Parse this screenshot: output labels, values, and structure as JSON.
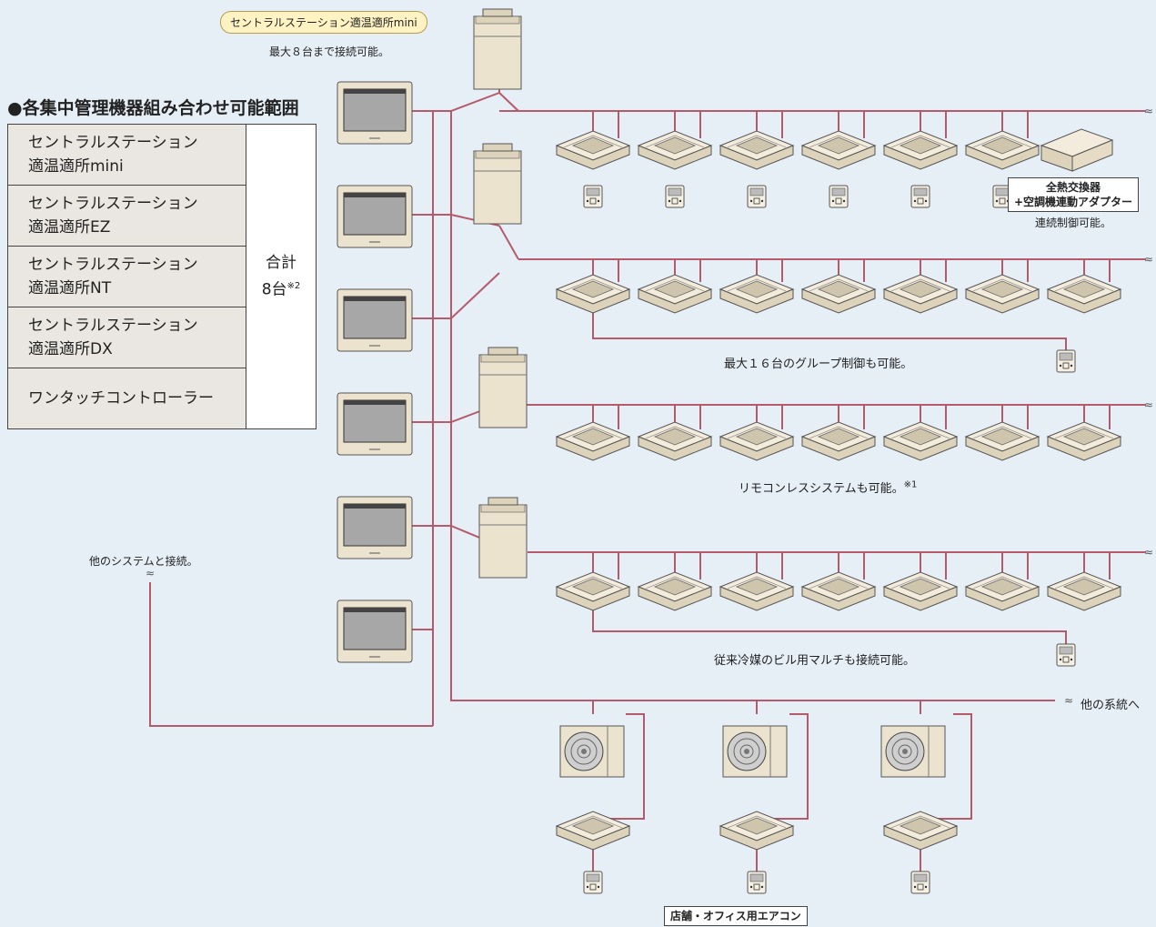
{
  "product_pill": "セントラルステーション適温適所mini",
  "max_note": "最大８台まで接続可能。",
  "range_title": "●各集中管理機器組み合わせ可能範囲",
  "devices": [
    {
      "line1": "セントラルステーション",
      "line2": "適温適所mini"
    },
    {
      "line1": "セントラルステーション",
      "line2": "適温適所EZ"
    },
    {
      "line1": "セントラルステーション",
      "line2": "適温適所NT"
    },
    {
      "line1": "セントラルステーション",
      "line2": "適温適所DX"
    },
    {
      "line1": "ワンタッチコントローラー",
      "line2": ""
    }
  ],
  "total_label": "合計",
  "total_count": "8台",
  "total_note": "※2",
  "heat_exchanger": {
    "line1": "全熱交換器",
    "line2": "+空調機連動アダプター"
  },
  "continuous": "連続制御可能。",
  "group_note": "最大１６台のグループ制御も可能。",
  "remoteless_note": "リモコンレスシステムも可能。",
  "remoteless_ref": "※1",
  "multi_note": "従来冷媒のビル用マルチも接続可能。",
  "other_system": "他のシステムと接続。",
  "other_lines": "他の系統へ",
  "shop_office": "店舗・オフィス用エアコン",
  "colors": {
    "wire": "#b55a6a",
    "unit": "#ece3cf",
    "background": "#e6eef6"
  }
}
